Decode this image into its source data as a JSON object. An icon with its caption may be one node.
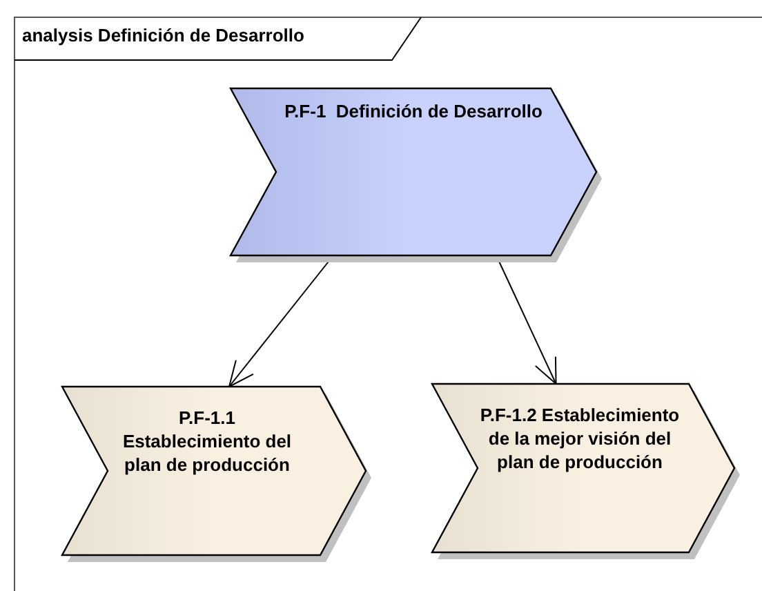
{
  "diagram": {
    "title": "analysis Definición de Desarrollo",
    "nodes": [
      {
        "text": [
          "P.F-1  Definición de Desarrollo"
        ]
      },
      {
        "text": [
          "P.F-1.1 Establecimiento del plan de producción"
        ]
      },
      {
        "text": [
          "P.F-1.2 Establecimiento de la mejor visión del plan de producción"
        ]
      }
    ],
    "edges": [
      {
        "from": 0,
        "to": 1,
        "arrow": "to"
      },
      {
        "from": 0,
        "to": 2,
        "arrow": "to"
      }
    ]
  }
}
